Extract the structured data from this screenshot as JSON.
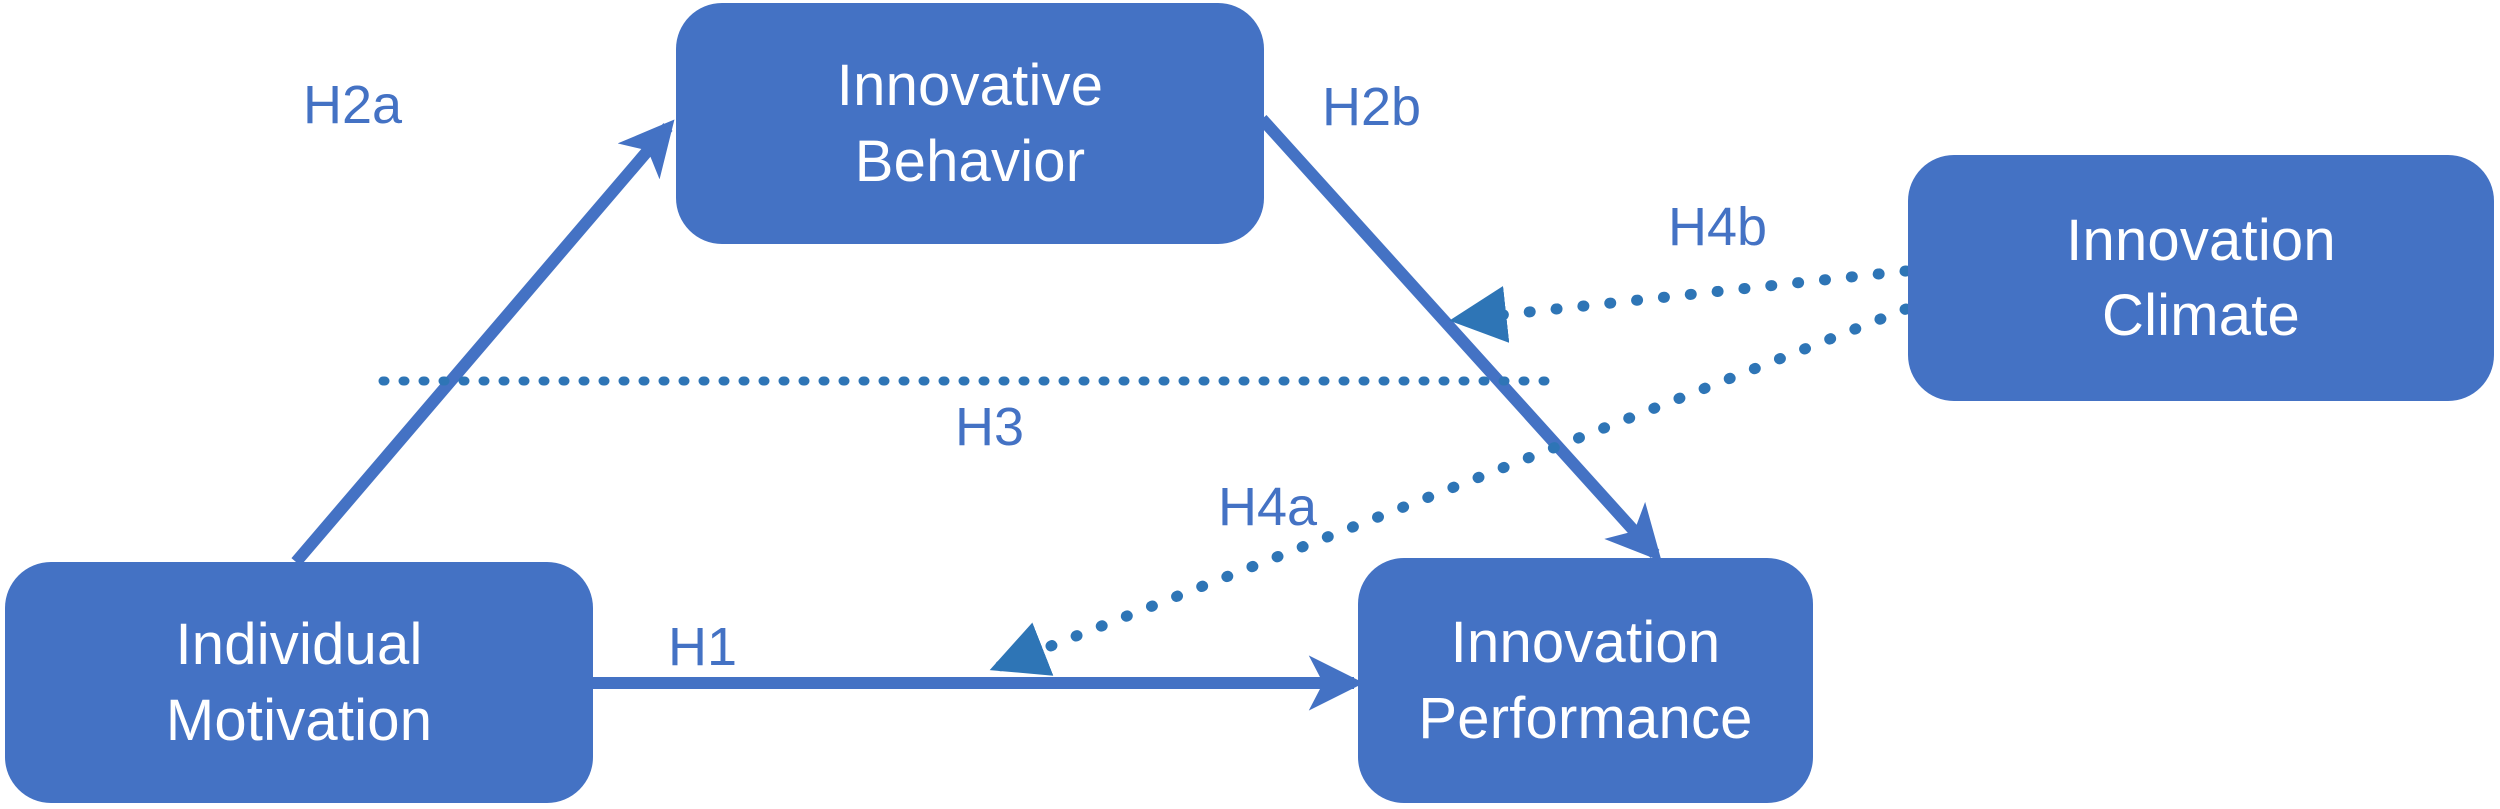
{
  "diagram": {
    "type": "conceptual-research-model",
    "background_color": "#FFFFFF",
    "node_fill_color": "#4472C4",
    "node_text_color": "#FFFFFF",
    "connector_color": "#4472C4",
    "dotted_connector_color": "#2E75B6",
    "nodes": [
      {
        "id": "innovative-behavior",
        "line1": "Innovative",
        "line2": "Behavior"
      },
      {
        "id": "innovation-climate",
        "line1": "Innovation",
        "line2": "Climate"
      },
      {
        "id": "individual-motivation",
        "line1": "Individual",
        "line2": "Motivation"
      },
      {
        "id": "innovation-performance",
        "line1": "Innovation",
        "line2": "Performance"
      }
    ],
    "edges": [
      {
        "id": "h2a",
        "label": "H2a",
        "style": "solid",
        "from": "individual-motivation",
        "to": "innovative-behavior"
      },
      {
        "id": "h2b",
        "label": "H2b",
        "style": "solid",
        "from": "innovative-behavior",
        "to": "innovation-performance"
      },
      {
        "id": "h1",
        "label": "H1",
        "style": "solid",
        "from": "individual-motivation",
        "to": "innovation-performance"
      },
      {
        "id": "h3",
        "label": "H3",
        "style": "dotted",
        "from": "",
        "to": ""
      },
      {
        "id": "h4a",
        "label": "H4a",
        "style": "dotted",
        "from": "innovation-climate",
        "to": "h1"
      },
      {
        "id": "h4b",
        "label": "H4b",
        "style": "dotted",
        "from": "innovation-climate",
        "to": "h2b"
      }
    ]
  }
}
